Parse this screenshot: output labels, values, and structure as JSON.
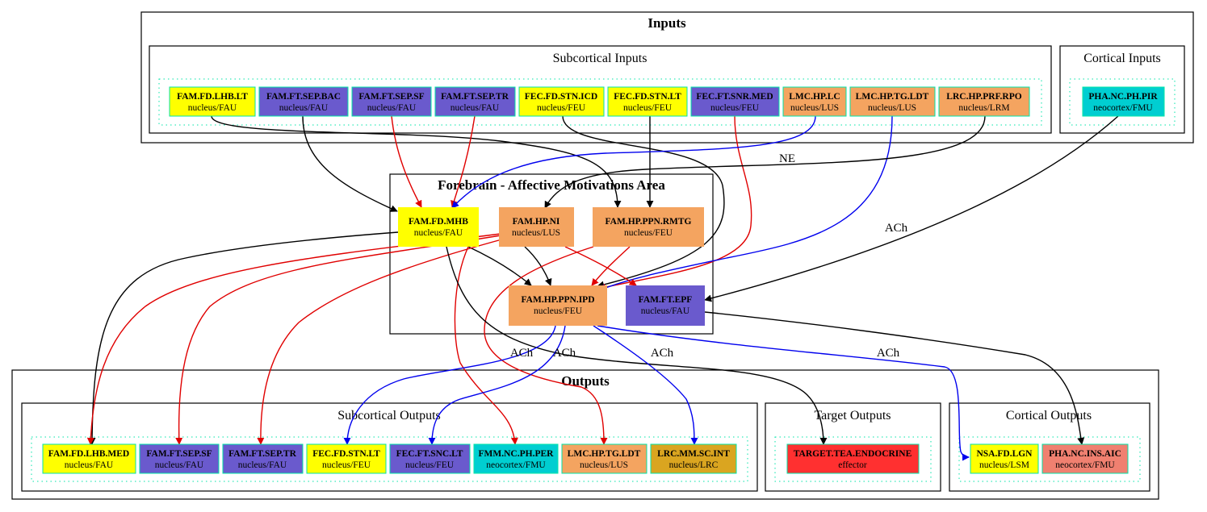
{
  "clusters": {
    "inputs": "Inputs",
    "subcortical_inputs": "Subcortical Inputs",
    "cortical_inputs": "Cortical Inputs",
    "forebrain": "Forebrain - Affective Motivations Area",
    "outputs": "Outputs",
    "subcortical_outputs": "Subcortical Outputs",
    "target_outputs": "Target Outputs",
    "cortical_outputs": "Cortical Outputs"
  },
  "colors": {
    "FAU": "#ffff00",
    "FT": "#6a5acd",
    "LUS": "#f4a460",
    "FMU": "#00ced1",
    "LRC": "#daa520",
    "effector": "#ff3030",
    "aic": "#f08070",
    "node_border": "#00e5a8",
    "red_edge": "#e00000",
    "blue_edge": "#0000ee"
  },
  "nodes": {
    "in_lhb_lt": {
      "title": "FAM.FD.LHB.LT",
      "sub": "nucleus/FAU"
    },
    "in_sep_bac": {
      "title": "FAM.FT.SEP.BAC",
      "sub": "nucleus/FAU"
    },
    "in_sep_sf": {
      "title": "FAM.FT.SEP.SF",
      "sub": "nucleus/FAU"
    },
    "in_sep_tr": {
      "title": "FAM.FT.SEP.TR",
      "sub": "nucleus/FAU"
    },
    "in_stn_icd": {
      "title": "FEC.FD.STN.ICD",
      "sub": "nucleus/FEU"
    },
    "in_stn_lt": {
      "title": "FEC.FD.STN.LT",
      "sub": "nucleus/FEU"
    },
    "in_snr_med": {
      "title": "FEC.FT.SNR.MED",
      "sub": "nucleus/FEU"
    },
    "in_hp_lc": {
      "title": "LMC.HP.LC",
      "sub": "nucleus/LUS"
    },
    "in_tg_ldt": {
      "title": "LMC.HP.TG.LDT",
      "sub": "nucleus/LUS"
    },
    "in_prf_rpo": {
      "title": "LRC.HP.PRF.RPO",
      "sub": "nucleus/LRM"
    },
    "in_pha_pir": {
      "title": "PHA.NC.PH.PIR",
      "sub": "neocortex/FMU"
    },
    "fb_mhb": {
      "title": "FAM.FD.MHB",
      "sub": "nucleus/FAU"
    },
    "fb_ni": {
      "title": "FAM.HP.NI",
      "sub": "nucleus/LUS"
    },
    "fb_rmtg": {
      "title": "FAM.HP.PPN.RMTG",
      "sub": "nucleus/FEU"
    },
    "fb_ipd": {
      "title": "FAM.HP.PPN.IPD",
      "sub": "nucleus/FEU"
    },
    "fb_epf": {
      "title": "FAM.FT.EPF",
      "sub": "nucleus/FAU"
    },
    "out_lhb_med": {
      "title": "FAM.FD.LHB.MED",
      "sub": "nucleus/FAU"
    },
    "out_sep_sf": {
      "title": "FAM.FT.SEP.SF",
      "sub": "nucleus/FAU"
    },
    "out_sep_tr": {
      "title": "FAM.FT.SEP.TR",
      "sub": "nucleus/FAU"
    },
    "out_stn_lt": {
      "title": "FEC.FD.STN.LT",
      "sub": "nucleus/FEU"
    },
    "out_snc_lt": {
      "title": "FEC.FT.SNC.LT",
      "sub": "nucleus/FEU"
    },
    "out_per": {
      "title": "FMM.NC.PH.PER",
      "sub": "neocortex/FMU"
    },
    "out_tg_ldt": {
      "title": "LMC.HP.TG.LDT",
      "sub": "nucleus/LUS"
    },
    "out_sc_int": {
      "title": "LRC.MM.SC.INT",
      "sub": "nucleus/LRC"
    },
    "out_endocrine": {
      "title": "TARGET.TEA.ENDOCRINE",
      "sub": "effector"
    },
    "out_lgn": {
      "title": "NSA.FD.LGN",
      "sub": "nucleus/LSM"
    },
    "out_aic": {
      "title": "PHA.NC.INS.AIC",
      "sub": "neocortex/FMU"
    }
  },
  "edge_labels": {
    "ne": "NE",
    "ach_1": "ACh",
    "ach_2": "ACh",
    "ach_3": "ACh",
    "ach_4": "ACh",
    "ach_5": "ACh"
  }
}
